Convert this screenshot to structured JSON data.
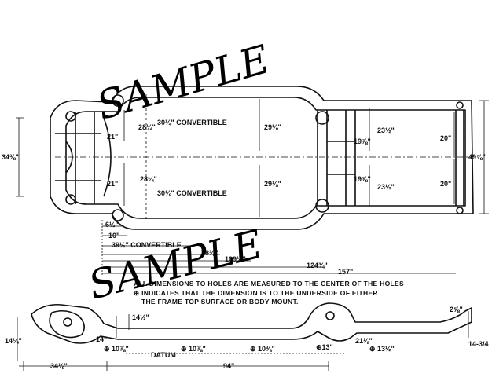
{
  "watermarks": [
    "SAMPLE",
    "SAMPLE"
  ],
  "notes": {
    "line1": "ALL DIMENSIONS TO HOLES ARE MEASURED TO THE CENTER OF THE HOLES",
    "line2": "⊕ INDICATES THAT THE DIMENSION IS TO THE UNDERSIDE OF EITHER",
    "line3": "THE FRAME TOP SURFACE OR BODY MOUNT."
  },
  "top_view": {
    "front_width": "34⅜\"",
    "rear_width": "49⅝\"",
    "a": "28¼\"",
    "a_conv": "30¼\" CONVERTIBLE",
    "b": "21\"",
    "c": "29⅛\"",
    "d": "28¼\"",
    "e": "21\"",
    "f": "30⅛\" CONVERTIBLE",
    "g": "29⅛\"",
    "h": "23½\"",
    "i": "19⅞\"",
    "j": "19⅞\"",
    "k": "23½\"",
    "l": "20\"",
    "m": "20\"",
    "n": "6½\"",
    "o": "10\"",
    "p": "39½\" CONVERTIBLE",
    "q": "78⅜\"",
    "r": "109¼\"",
    "s": "124¾\"",
    "t": "157\""
  },
  "side_view": {
    "h1": "14½\"",
    "h2": "14¼\"",
    "h3": "14\"",
    "m1": "⊕ 10⅞\"",
    "m2": "⊕ 10⅞\"",
    "m3": "⊕ 10⅜\"",
    "m4": "⊕13\"",
    "m5": "21⅛\"",
    "m6": "⊕ 13½\"",
    "m7": "2⅝\"",
    "m8": "14-3/4",
    "datum": "DATUM",
    "l1": "34⅛\"",
    "l2": "94\""
  }
}
